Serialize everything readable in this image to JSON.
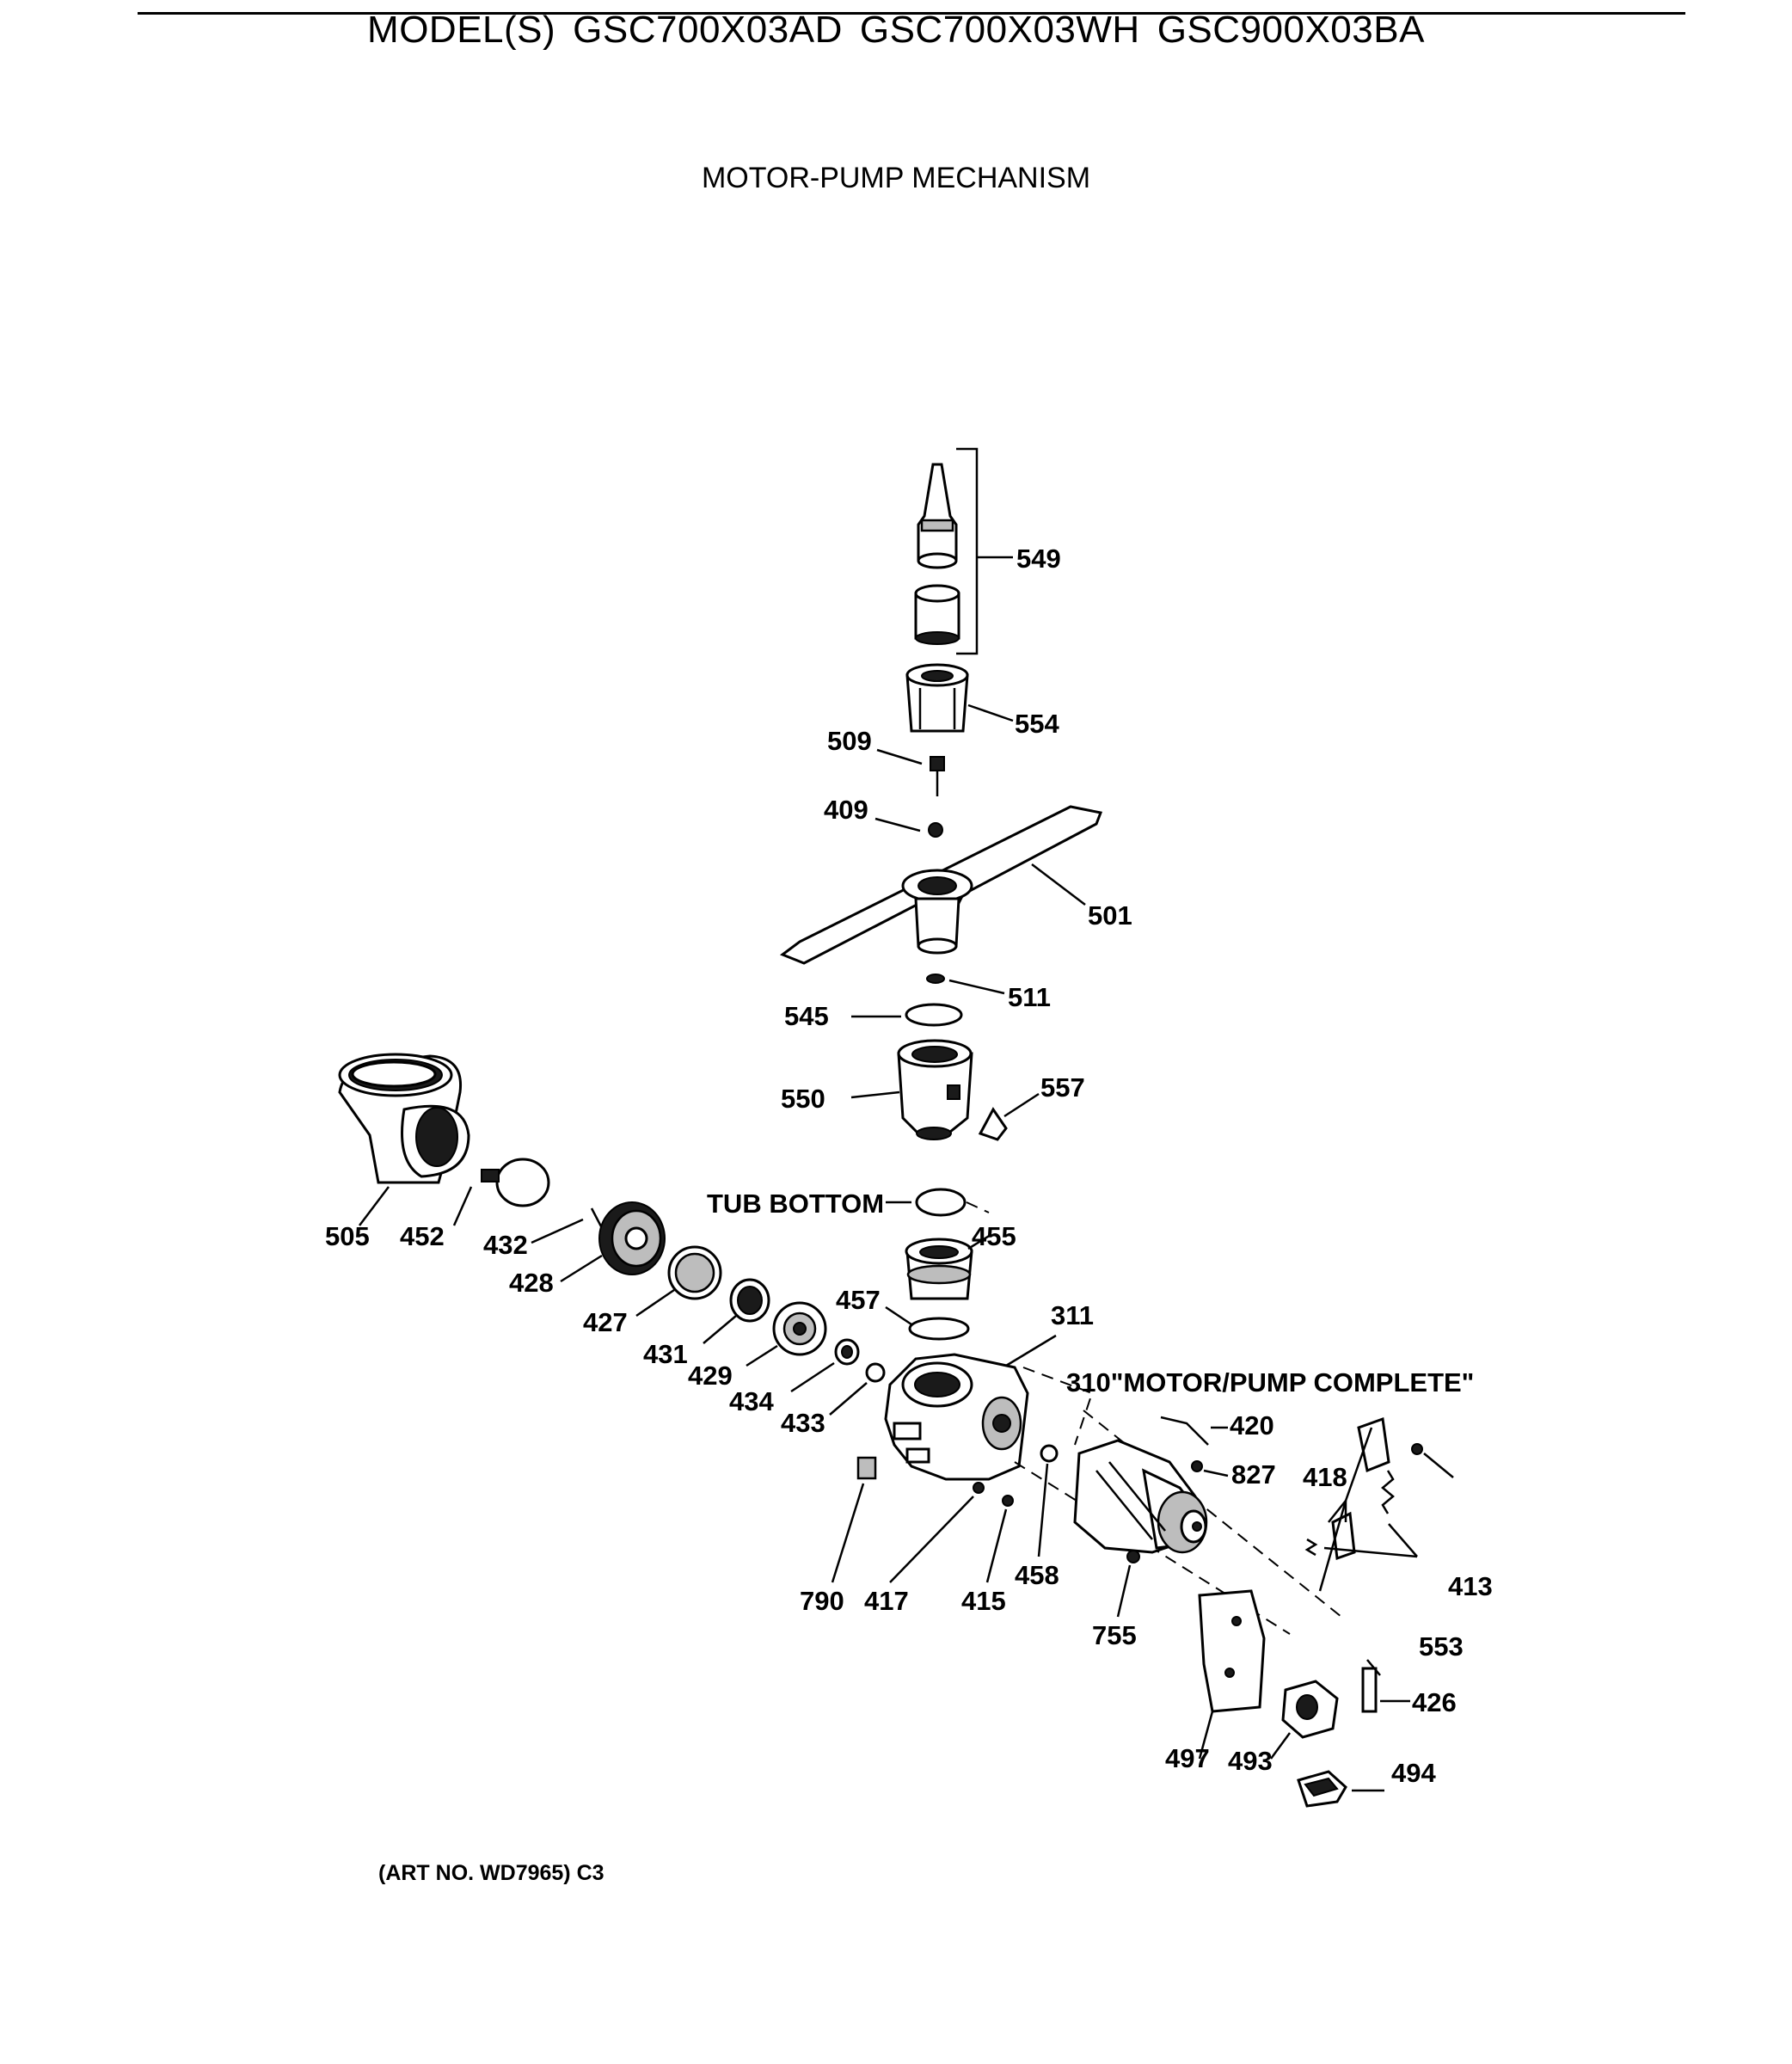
{
  "header": {
    "models_prefix": "MODEL(S)",
    "models": [
      "GSC700X03AD",
      "GSC700X03WH",
      "GSC900X03BA"
    ],
    "subtitle": "MOTOR-PUMP MECHANISM"
  },
  "callouts": {
    "p549": "549",
    "p554": "554",
    "p509": "509",
    "p409": "409",
    "p501": "501",
    "p511": "511",
    "p545": "545",
    "p557": "557",
    "p550": "550",
    "tub_bottom": "TUB BOTTOM",
    "p455": "455",
    "p505": "505",
    "p452": "452",
    "p432": "432",
    "p428": "428",
    "p427": "427",
    "p431": "431",
    "p429": "429",
    "p434": "434",
    "p433": "433",
    "p457": "457",
    "p311": "311",
    "motor_pump_complete": "310\"MOTOR/PUMP COMPLETE\"",
    "p420": "420",
    "p827": "827",
    "p418": "418",
    "p413": "413",
    "p553": "553",
    "p426": "426",
    "p790": "790",
    "p417": "417",
    "p415": "415",
    "p458": "458",
    "p755": "755",
    "p497": "497",
    "p493": "493",
    "p494": "494"
  },
  "footer": {
    "art_no": "(ART NO. WD7965) C3"
  }
}
